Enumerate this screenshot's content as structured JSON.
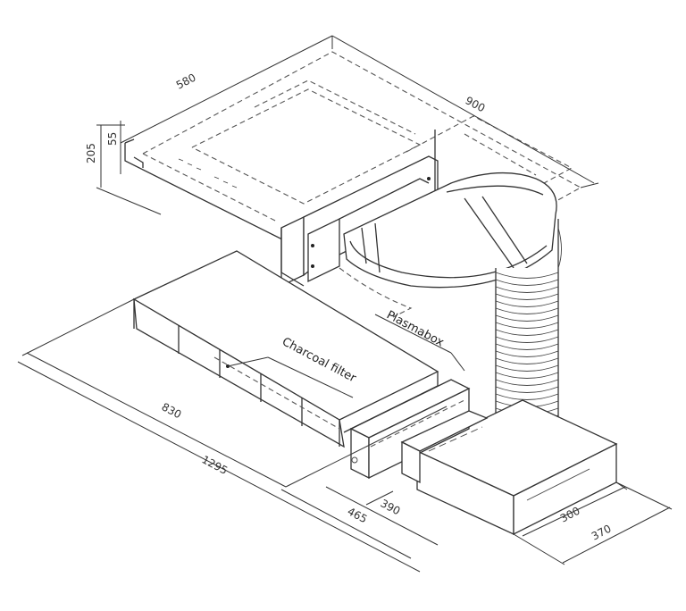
{
  "diagram": {
    "type": "isometric technical drawing",
    "subject": "Ceiling-mounted hood with Plasmabox and Charcoal filter ducting",
    "colors": {
      "line": "#333333",
      "background": "#ffffff"
    }
  },
  "labels": {
    "plasmabox": "Plasmabox",
    "charcoal_filter": "Charcoal filter"
  },
  "dimensions": {
    "hood_width": "900",
    "hood_depth": "580",
    "hood_height": "205",
    "hood_flange": "55",
    "filter_length": "830",
    "total_length": "1295",
    "box_length": "465",
    "box_inner": "390",
    "box_width_inner": "300",
    "box_width_outer": "370"
  }
}
